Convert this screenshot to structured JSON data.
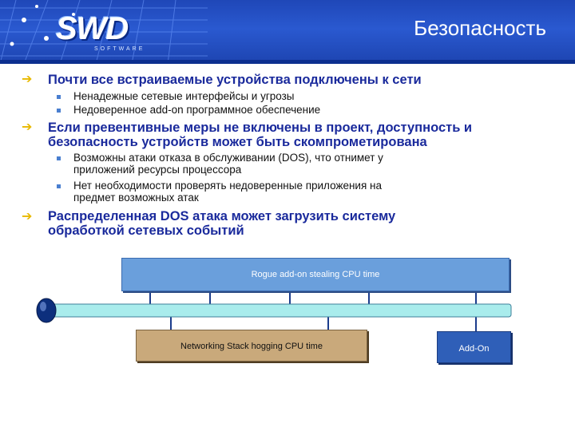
{
  "header": {
    "logo_text": "SWD",
    "logo_sub": "SOFTWARE",
    "title": "Безопасность"
  },
  "bullets": [
    {
      "text": "Почти все встраиваемые устройства подключены к сети",
      "items": [
        "Ненадежные сетевые интерфейсы и угрозы",
        "Недоверенное add-on программное обеспечение"
      ]
    },
    {
      "text": [
        "Если превентивные меры не включены в проект, доступность и",
        "безопасность устройств может быть скомпрометирована"
      ],
      "items": [
        [
          "Возможны атаки отказа в обслуживании (DOS), что отнимет у",
          "приложений ресурсы процессора"
        ],
        [
          "Нет необходимости проверять недоверенные приложения на",
          "предмет возможных атак"
        ]
      ]
    },
    {
      "text": [
        "Распределенная DOS атака может загрузить систему",
        "обработкой сетевых событий"
      ],
      "items": []
    }
  ],
  "diagram": {
    "rogue_label": "Rogue add-on stealing CPU time",
    "stack_label": "Networking Stack hogging CPU time",
    "addon_label": "Add-On"
  },
  "colors": {
    "header_blue": "#2a59d0",
    "bullet_text": "#1a2a9c",
    "arrow": "#e8b900",
    "rogue_box": "#6a9fdc",
    "stack_box": "#c9a97b",
    "addon_box": "#2f5fb8",
    "bus": "#a9ecec"
  }
}
